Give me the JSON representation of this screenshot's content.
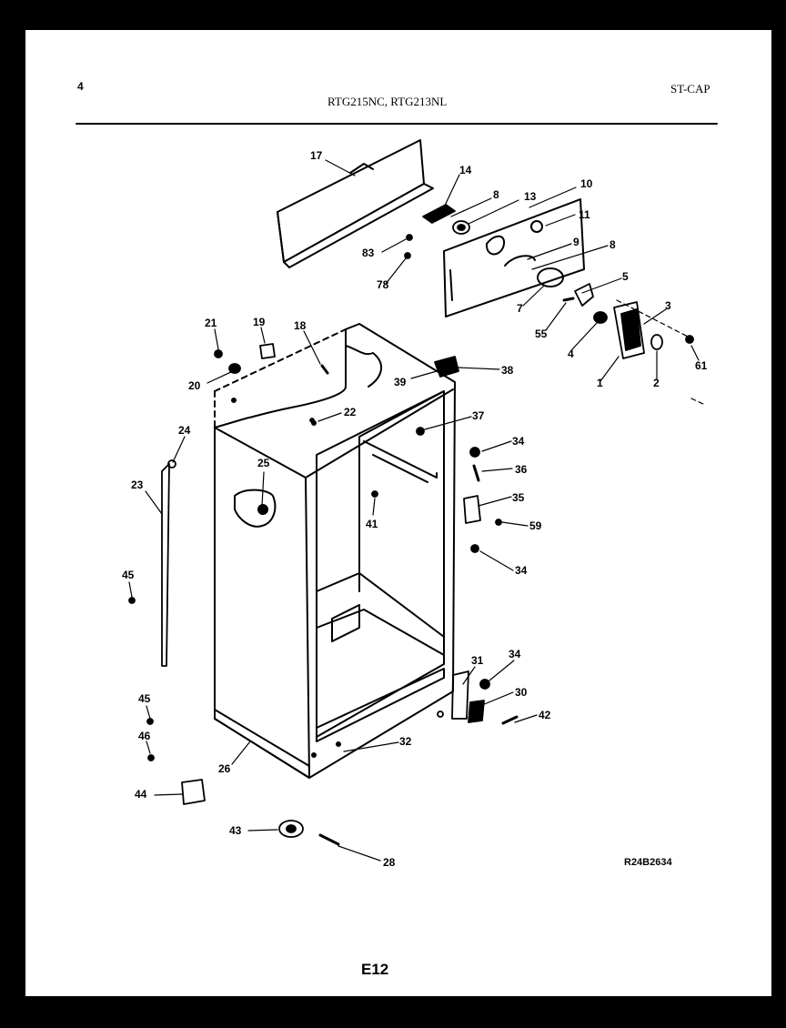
{
  "header": {
    "page_number": "4",
    "models": "RTG215NC, RTG213NL",
    "category": "ST-CAP"
  },
  "part_labels": [
    "17",
    "14",
    "8",
    "13",
    "10",
    "11",
    "9",
    "8",
    "83",
    "78",
    "5",
    "3",
    "7",
    "55",
    "4",
    "61",
    "1",
    "2",
    "21",
    "19",
    "18",
    "20",
    "39",
    "38",
    "22",
    "37",
    "24",
    "34",
    "25",
    "36",
    "23",
    "35",
    "59",
    "41",
    "34",
    "45",
    "31",
    "34",
    "30",
    "42",
    "45",
    "46",
    "32",
    "26",
    "44",
    "43",
    "28"
  ],
  "drawing_code": "R24B2634",
  "footer": {
    "page_code": "E12"
  }
}
